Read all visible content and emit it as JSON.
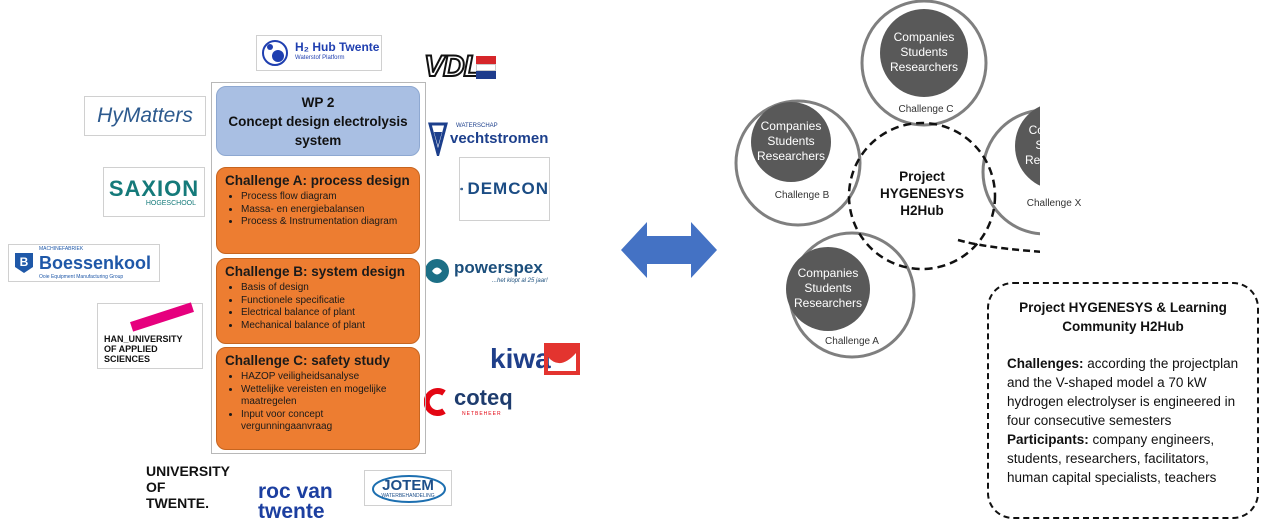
{
  "logos": {
    "h2hub": {
      "title": "H₂ Hub Twente",
      "subtitle": "Waterstof Platform"
    },
    "vdl": "VDL",
    "hymatters": "HyMatters",
    "vechtstromen": {
      "small": "WATERSCHAP",
      "main": "vechtstromen"
    },
    "saxion": {
      "main": "SAXION",
      "sub": "HOGESCHOOL"
    },
    "demcon": "DEMCON",
    "boessenkool": {
      "small": "MACHINEFABRIEK",
      "main": "Boessenkool",
      "sub": "Ooie Equipment Manufacturing Group"
    },
    "powerspex": {
      "main": "powerspex",
      "sub": "...het klopt al 25 jaar!"
    },
    "han": {
      "line1": "HAN_UNIVERSITY",
      "line2": "OF APPLIED SCIENCES"
    },
    "kiwa": "kiwa",
    "coteq": {
      "main": "coteq",
      "sub": "NETBEHEER"
    },
    "utwente": {
      "line1": "UNIVERSITY",
      "line2": "OF TWENTE."
    },
    "roc": {
      "line1": "roc van",
      "line2": "twente"
    },
    "jotem": {
      "main": "JOTEM",
      "sub": "WATERBEHANDELING"
    }
  },
  "wp": {
    "header_line1": "WP 2",
    "header_line2": "Concept design electrolysis",
    "header_line3": "system",
    "challenges": [
      {
        "title": "Challenge A: process design",
        "items": [
          "Process flow diagram",
          "Massa- en energiebalansen",
          "Process & Instrumentation diagram"
        ]
      },
      {
        "title": "Challenge B: system design",
        "items": [
          "Basis of design",
          "Functionele specificatie",
          "Electrical balance of plant",
          "Mechanical balance of plant"
        ]
      },
      {
        "title": "Challenge C: safety study",
        "items": [
          "HAZOP veiligheidsanalyse",
          "Wettelijke vereisten en mogelijke maatregelen",
          "Input voor concept vergunningaanvraag"
        ]
      }
    ]
  },
  "diagram": {
    "inner_text": [
      "Companies",
      "Students",
      "Researchers"
    ],
    "challenge_c": "Challenge C",
    "challenge_b": "Challenge B",
    "challenge_x": "Challenge X",
    "challenge_a": "Challenge A",
    "center": [
      "Project",
      "HYGENESYS",
      "H2Hub"
    ]
  },
  "callout": {
    "title": "Project HYGENESYS & Learning Community H2Hub",
    "challenges_label": "Challenges:",
    "challenges_text": " according the projectplan and the V-shaped model a 70 kW hydrogen electrolyser is engineered in four consecutive semesters",
    "participants_label": "Participants:",
    "participants_text": " company engineers, students, researchers, facilitators, human capital specialists, teachers"
  },
  "colors": {
    "orange": "#ed7d31",
    "blue_header": "#a9bfe3",
    "arrow": "#4472c4",
    "circle_dark": "#595959"
  }
}
